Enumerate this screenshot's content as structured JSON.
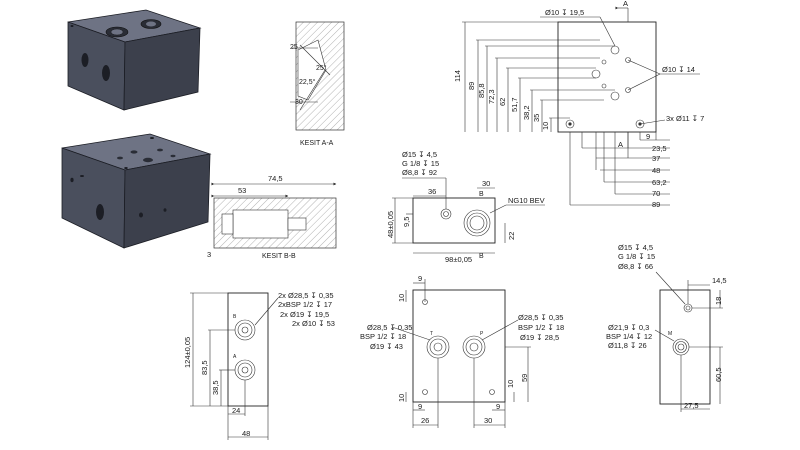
{
  "section_aa": {
    "title": "KESIT A-A",
    "angles": [
      "25",
      "22,5°",
      "25°",
      "30"
    ]
  },
  "section_bb": {
    "title": "KESIT B-B",
    "width": "74,5",
    "inner": "53",
    "offset": "3"
  },
  "top_right": {
    "callouts": [
      "Ø10 ↧ 19,5",
      "Ø10 ↧ 14",
      "3x Ø11 ↧ 7"
    ],
    "arrow_label": "A",
    "verticals": [
      "114",
      "89",
      "85,8",
      "72,3",
      "62",
      "51,7",
      "38,2",
      "35",
      "10"
    ],
    "horizontals": [
      "9",
      "23,5",
      "37",
      "48",
      "63,2",
      "70",
      "89"
    ]
  },
  "mid_view": {
    "callouts": [
      "Ø15 ↧ 4,5",
      "G 1/8 ↧ 15",
      "Ø8,8 ↧ 92"
    ],
    "dims": [
      "36",
      "30",
      "48±0,05",
      "9,5",
      "22",
      "98±0,05"
    ],
    "label": "NG10 BEV",
    "section_letter": "B"
  },
  "bottom_left": {
    "callouts": [
      "2x Ø28,5 ↧ 0,35",
      "2xBSP 1/2 ↧ 17",
      "2x Ø19 ↧ 19,5",
      "2x Ø10 ↧ 53"
    ],
    "dims": [
      "124±0,05",
      "83,5",
      "38,5",
      "24",
      "48"
    ],
    "port_letters": [
      "B",
      "A"
    ]
  },
  "bottom_mid": {
    "callouts_left": [
      "Ø28,5 ↧ 0,35",
      "BSP 1/2 ↧ 18",
      "Ø19 ↧ 43"
    ],
    "callouts_right": [
      "Ø28,5 ↧ 0,35",
      "BSP 1/2 ↧ 18",
      "Ø19 ↧ 28,5"
    ],
    "dims": [
      "9",
      "10",
      "10",
      "59",
      "10",
      "9",
      "9",
      "26",
      "30"
    ],
    "port_letters": [
      "T",
      "P"
    ]
  },
  "bottom_right": {
    "callouts_top": [
      "Ø15 ↧ 4,5",
      "G 1/8 ↧ 15",
      "Ø8,8 ↧ 66"
    ],
    "callouts_mid": [
      "Ø21,9 ↧ 0,3",
      "BSP 1/4 ↧ 12",
      "Ø11,8 ↧ 26"
    ],
    "dims": [
      "14,5",
      "18",
      "60,5",
      "27,5"
    ],
    "port_letter": "M"
  }
}
